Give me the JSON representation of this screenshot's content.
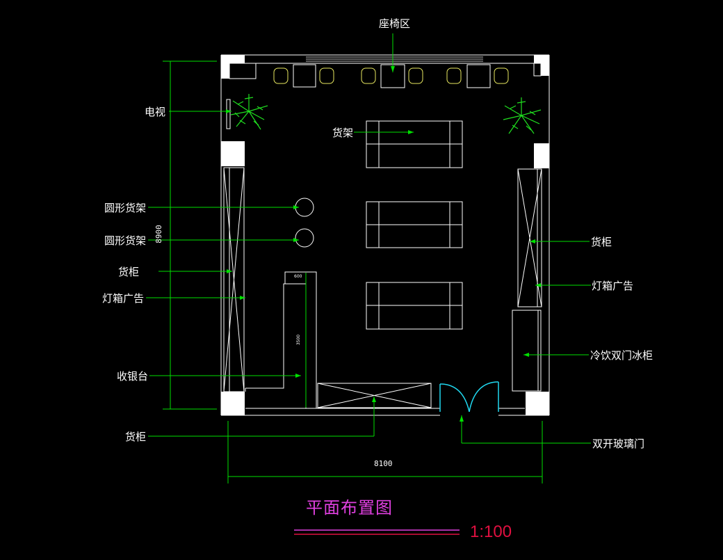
{
  "labels": {
    "seating_area": "座椅区",
    "tv": "电视",
    "shelf": "货架",
    "round_shelf_1": "圆形货架",
    "round_shelf_2": "圆形货架",
    "cabinet_left": "货柜",
    "lightbox_left": "灯箱广告",
    "cashier": "收银台",
    "cabinet_bottom": "货柜",
    "cabinet_right": "货柜",
    "lightbox_right": "灯箱广告",
    "fridge": "冷饮双门冰柜",
    "glass_door": "双开玻璃门"
  },
  "dimensions": {
    "height": "8900",
    "width": "8100",
    "counter_width": "600",
    "counter_length": "3500"
  },
  "title": "平面布置图",
  "scale": "1:100",
  "colors": {
    "wall": "#ffffff",
    "leader": "#00e000",
    "chair": "#e8e860",
    "plant": "#20e020",
    "door": "#20d8f0",
    "title": "#e040e0",
    "scale": "#e01040"
  }
}
